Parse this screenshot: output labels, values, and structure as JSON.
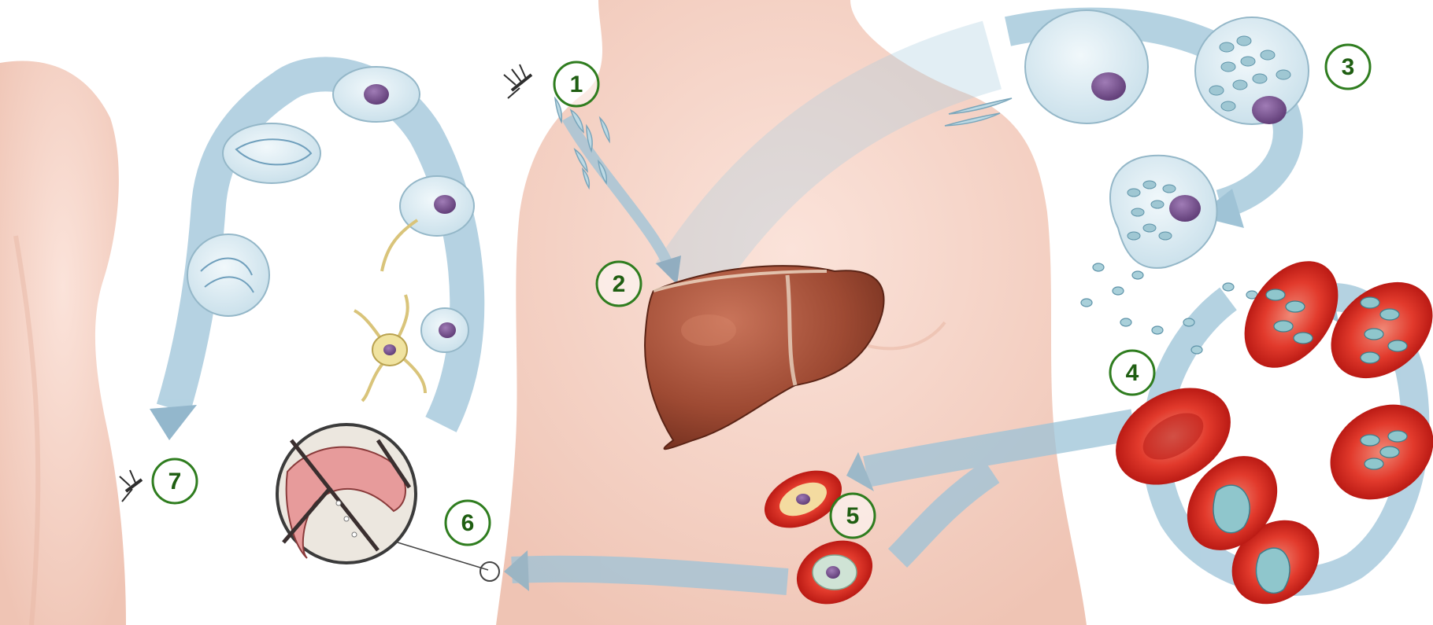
{
  "colors": {
    "skin": "#f7d7cd",
    "skin_shadow": "#eab7a6",
    "arrow": "#a9ccdd",
    "arrow_dark": "#6f9fbc",
    "cell_fill": "#dcebf2",
    "cell_stroke": "#94b7c8",
    "nucleus": "#7a4f8e",
    "liver": "#9e4a33",
    "liver_light": "#c2684c",
    "rbc": "#d7271f",
    "rbc_light": "#f06a55",
    "parasite": "#7fc3cc",
    "badge_stroke": "#2f7d1f",
    "badge_text": "#1f5e12"
  },
  "icons": [
    "mosquito-icon",
    "mosquito-midgut-inset"
  ],
  "steps": [
    {
      "label": "1"
    },
    {
      "label": "2"
    },
    {
      "label": "3"
    },
    {
      "label": "4"
    },
    {
      "label": "5"
    },
    {
      "label": "6"
    },
    {
      "label": "7"
    }
  ]
}
